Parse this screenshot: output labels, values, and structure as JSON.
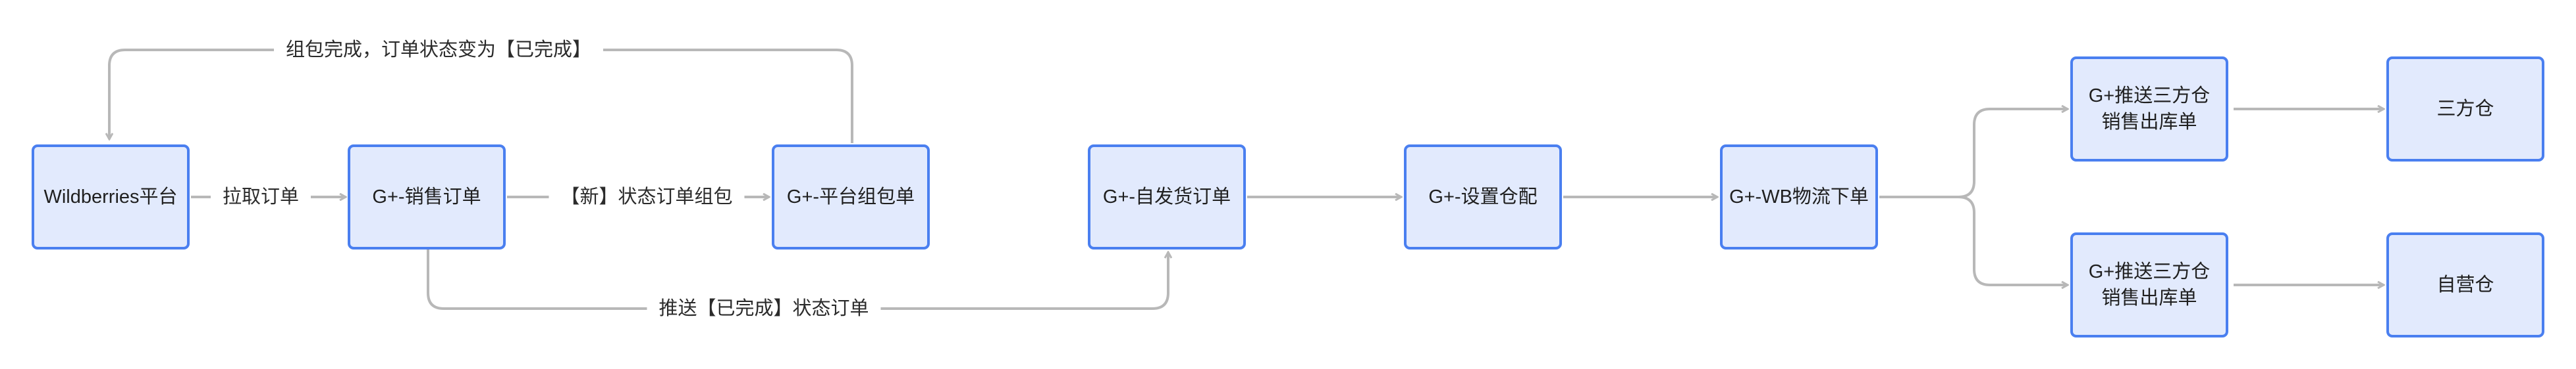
{
  "colors": {
    "node_fill": "#e2eafd",
    "node_border": "#4a7ff0",
    "edge": "#b8b8b8"
  },
  "nodes": {
    "wildberries": "Wildberries平台",
    "sales_order": "G+-销售订单",
    "platform_pack": "G+-平台组包单",
    "self_ship": "G+-自发货订单",
    "set_warehouse": "G+-设置仓配",
    "wb_logistics": "G+-WB物流下单",
    "push_third_a": "G+推送三方仓销售出库单",
    "push_third_b": "G+推送三方仓销售出库单",
    "third_warehouse": "三方仓",
    "own_warehouse": "自营仓"
  },
  "edges": {
    "pull_order": "拉取订单",
    "new_status_pack": "【新】状态订单组包",
    "pack_complete": "组包完成，订单状态变为【已完成】",
    "push_completed": "推送【已完成】状态订单"
  }
}
